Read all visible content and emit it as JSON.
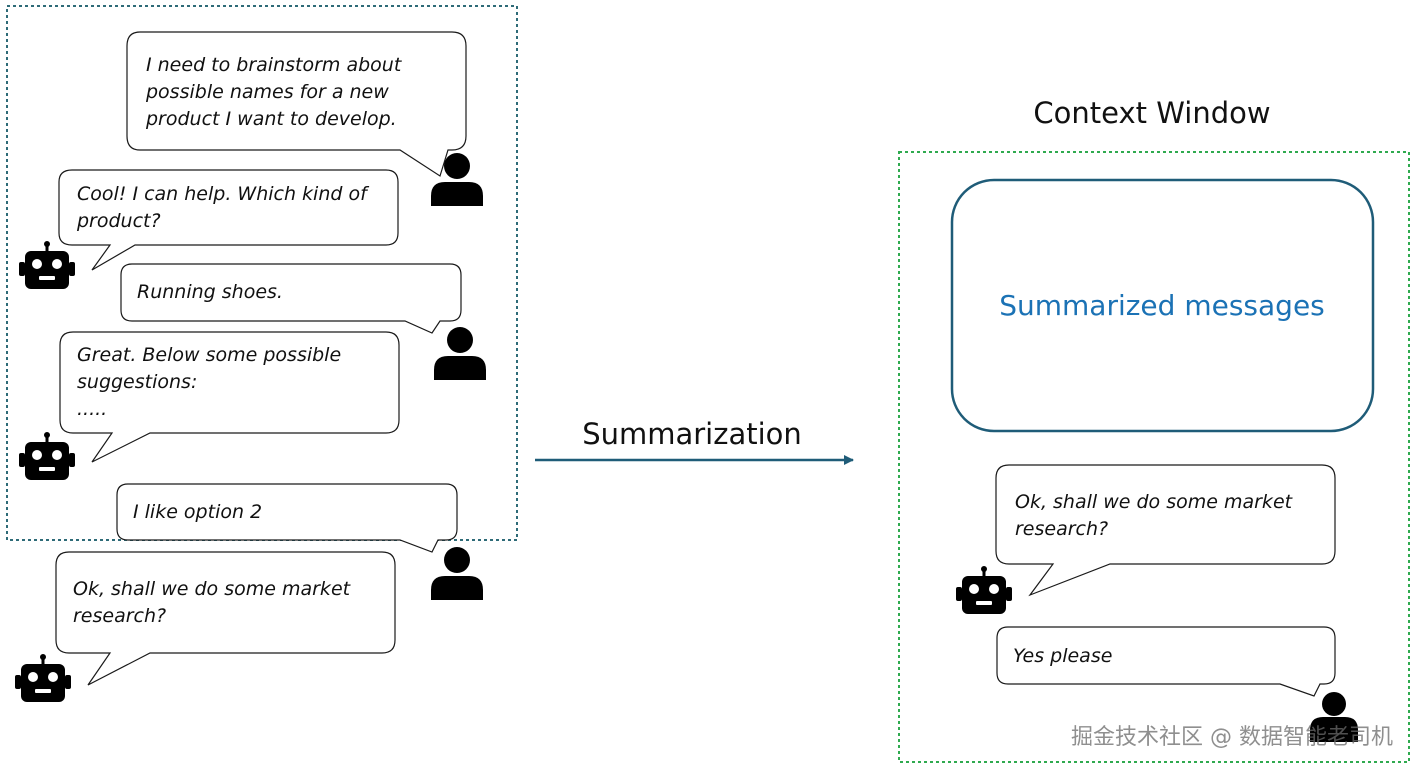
{
  "history": {
    "messages": [
      {
        "role": "user",
        "lines": [
          "I need to brainstorm about",
          "possible names for a new",
          "product I want to develop."
        ]
      },
      {
        "role": "assistant",
        "lines": [
          "Cool! I can help. Which kind of",
          "product?"
        ]
      },
      {
        "role": "user",
        "lines": [
          "Running shoes."
        ]
      },
      {
        "role": "assistant",
        "lines": [
          "Great. Below some possible",
          "suggestions:",
          "....."
        ]
      },
      {
        "role": "user",
        "lines": [
          "I like option 2"
        ]
      },
      {
        "role": "assistant",
        "lines": [
          "Ok, shall we do some market",
          "research?"
        ]
      }
    ]
  },
  "arrow": {
    "label": "Summarization"
  },
  "context_window": {
    "title": "Context Window",
    "summary_label": "Summarized messages",
    "messages": [
      {
        "role": "assistant",
        "lines": [
          "Ok, shall we do some market",
          "research?"
        ]
      },
      {
        "role": "user",
        "lines": [
          "Yes please"
        ]
      }
    ]
  },
  "watermark": "掘金技术社区 @ 数据智能老司机",
  "colors": {
    "history_border": "#2e6b78",
    "context_border": "#2faa4f",
    "arrow": "#1f5c78",
    "summary_box_border": "#1f5c78",
    "summary_text": "#1b72b5"
  },
  "icons": {
    "user": "user-icon",
    "assistant": "robot-icon"
  }
}
